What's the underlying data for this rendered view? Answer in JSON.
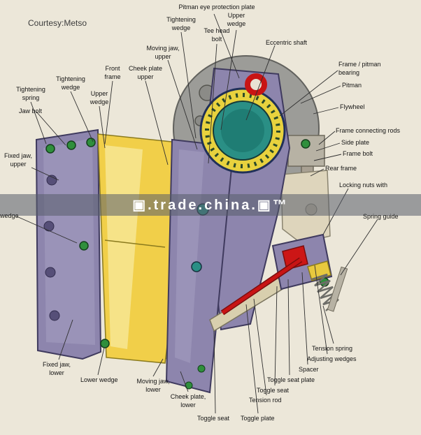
{
  "header": {
    "courtesy": "Courtesy:Metso"
  },
  "watermark": {
    "text": "▣.trade.china.▣™"
  },
  "colors": {
    "background": "#ece7d9",
    "machine_purple": "#8d85ad",
    "machine_purple_light": "#9a93b8",
    "outline_navy": "#3f3a5e",
    "jaw_yellow": "#f1cf49",
    "jaw_yellow_light": "#f6e388",
    "flywheel_gray": "#9c9c98",
    "bearing_teal": "#2a8f85",
    "ring_yellow": "#e8d23e",
    "accent_red": "#c81414",
    "bolt_green": "#2f8f3c",
    "frame_tan": "#ded5bc",
    "label_color": "#141414"
  },
  "labels": {
    "pitman_eye_protection_plate": "Pitman eye protection plate",
    "tightening_wedge_top": "Tightening\nwedge",
    "upper_wedge_top": "Upper\nwedge",
    "tee_head_bolt": "Tee head\nbolt",
    "eccentric_shaft": "Eccentric shaft",
    "frame_pitman_bearing": "Frame / pitman\nbearing",
    "pitman": "Pitman",
    "flywheel": "Flywheel",
    "frame_connecting_rods": "Frame connecting rods",
    "side_plate": "Side plate",
    "frame_bolt": "Frame bolt",
    "rear_frame": "Rear frame",
    "locking_nuts": "Locking nuts with",
    "spring_guide": "Spring guide",
    "moving_jaw_upper": "Moving jaw,\nupper",
    "front_frame": "Front\nframe",
    "cheek_plate_upper": "Cheek plate\nupper",
    "tightening_wedge_left": "Tightening\nwedge",
    "upper_wedge_left": "Upper\nwedge",
    "tightening_spring": "Tightening\nspring",
    "jaw_bolt": "Jaw bolt",
    "fixed_jaw_upper": "Fixed jaw,\nupper",
    "wedge_cut": "wedge",
    "fixed_jaw_lower": "Fixed jaw,\nlower",
    "lower_wedge": "Lower wedge",
    "moving_jaw_lower": "Moving jaw,\nlower",
    "cheek_plate_lower": "Cheek plate,\nlower",
    "toggle_seat_bottom": "Toggle seat",
    "toggle_plate": "Toggle plate",
    "tension_rod": "Tension rod",
    "toggle_seat_right": "Toggle seat",
    "toggle_seat_plate": "Toggle seat plate",
    "spacer": "Spacer",
    "adjusting_wedges": "Adjusting wedges",
    "tension_spring": "Tension spring"
  }
}
